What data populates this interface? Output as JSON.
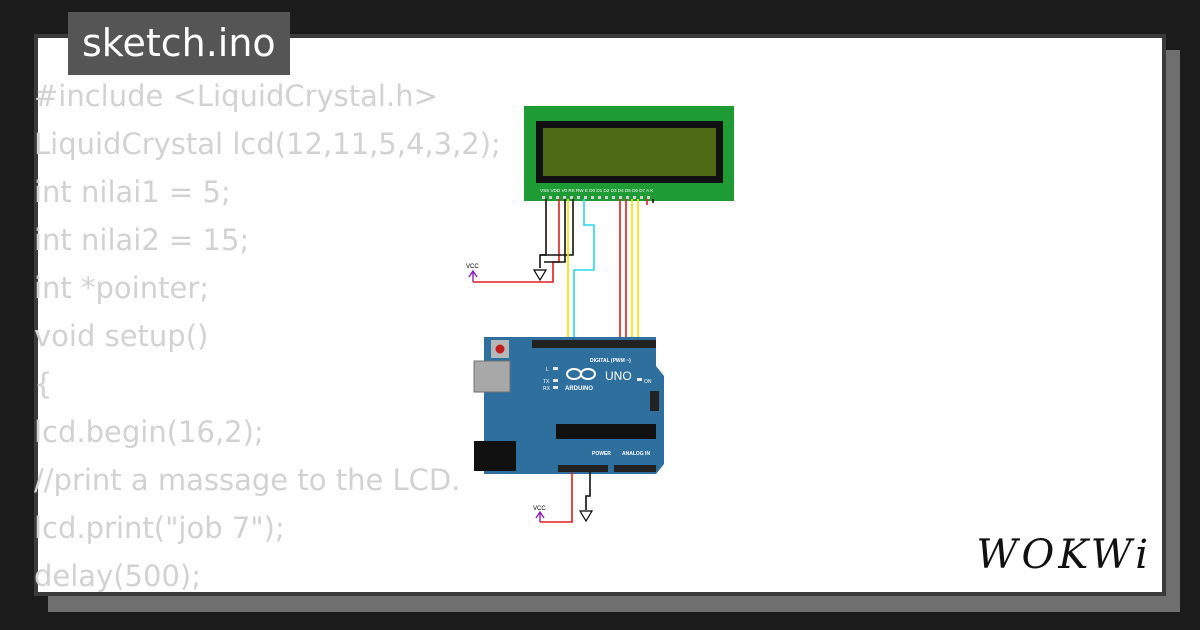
{
  "file": {
    "name": "sketch.ino"
  },
  "code_lines": [
    "#include <LiquidCrystal.h>",
    "LiquidCrystal lcd(12,11,5,4,3,2);",
    "int nilai1 = 5;",
    "int nilai2 = 15;",
    "int *pointer;",
    "void setup()",
    "{",
    "lcd.begin(16,2);",
    "//print a massage to the LCD.",
    "lcd.print(\"job 7\");",
    "delay(500);"
  ],
  "circuit": {
    "lcd_pin_labels": "VSS VDD V0 RS RW E D0 D1 D2 D3 D4 D5 D6 D7 A K",
    "vcc_label_1": "VCC",
    "vcc_label_2": "VCC",
    "board": {
      "brand": "ARDUINO",
      "model": "UNO",
      "digital_label": "DIGITAL (PWM ~)",
      "power_label": "POWER",
      "analog_label": "ANALOG IN",
      "on_label": "ON",
      "led_l": "L",
      "led_tx": "TX",
      "led_rx": "RX"
    },
    "colors": {
      "lcd_board": "#1f9b35",
      "lcd_screen": "#4f6a14",
      "arduino_board": "#2e6f9e",
      "wire_red": "#e01e1e",
      "wire_black": "#111111",
      "wire_yellow": "#f2e300",
      "wire_cyan": "#27d9ef",
      "vcc_symbol": "#8b1fb8"
    }
  },
  "logo": {
    "text": "WOKWi"
  }
}
